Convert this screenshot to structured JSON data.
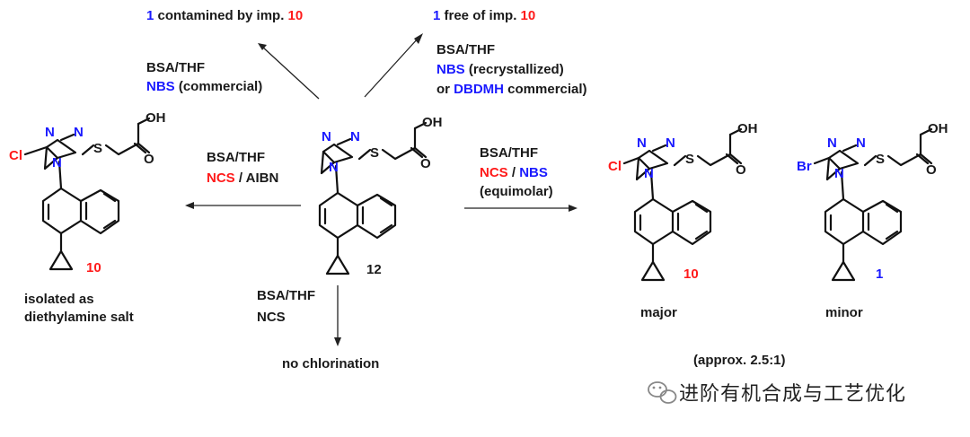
{
  "colors": {
    "red": "#ff1a1a",
    "blue": "#1a1aff",
    "black": "#1a1a1a"
  },
  "top_left": {
    "num": "1",
    "text": " contamined by imp. ",
    "imp": "10",
    "cond1": "BSA/THF",
    "cond2_colored": "NBS",
    "cond2_rest": " (commercial)"
  },
  "top_right": {
    "num": "1",
    "text": " free of imp. ",
    "imp": "10",
    "cond1": "BSA/THF",
    "cond2_colored": "NBS",
    "cond2_rest": " (recrystallized)",
    "cond3_prefix": "or ",
    "cond3_colored": "DBDMH",
    "cond3_rest": " commercial)"
  },
  "left": {
    "cond1": "BSA/THF",
    "cond2_colored": "NCS",
    "cond2_rest": " / AIBN",
    "compound": "10",
    "note1": "isolated as",
    "note2": "diethylamine salt",
    "halogen": "Cl"
  },
  "center": {
    "compound": "12"
  },
  "bottom": {
    "cond1": "BSA/THF",
    "cond2_colored": "NCS",
    "result": "no chlorination"
  },
  "right": {
    "cond1": "BSA/THF",
    "cond2_a": "NCS",
    "cond2_sep": " / ",
    "cond2_b": "NBS",
    "cond3": "(equimolar)",
    "major_compound": "10",
    "major_label": "major",
    "major_halogen": "Cl",
    "minor_compound": "1",
    "minor_label": "minor",
    "minor_halogen": "Br",
    "ratio": "(approx. 2.5:1)"
  },
  "atoms": {
    "N": "N",
    "S": "S",
    "O": "O",
    "OH": "OH"
  },
  "watermark": "进阶有机合成与工艺优化"
}
